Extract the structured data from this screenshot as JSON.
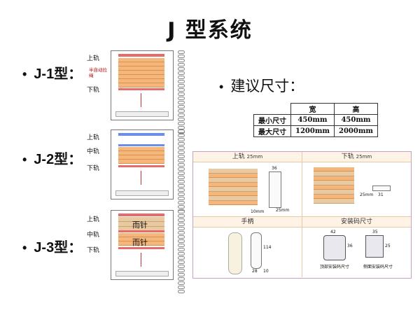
{
  "title": "J 型系统",
  "bullets": {
    "j1": "J-1型：",
    "j2": "J-2型：",
    "j3": "J-3型：",
    "suggest": "建议尺寸："
  },
  "labels": {
    "top_rail": "上轨",
    "mid_rail": "中轨",
    "bottom_rail": "下轨",
    "semi_auto": "半自动拉绳",
    "mid_bar": "而针"
  },
  "size_table": {
    "headers": [
      "",
      "宽",
      "高"
    ],
    "rows": [
      [
        "最小尺寸",
        "450mm",
        "450mm"
      ],
      [
        "最大尺寸",
        "1200mm",
        "2000mm"
      ]
    ]
  },
  "panels": {
    "top_rail": {
      "title": "上轨",
      "sub": "25mm",
      "dim_a": "36",
      "dim_b": "25mm",
      "dim_c": "10mm"
    },
    "bottom_rail": {
      "title": "下轨",
      "sub": "25mm",
      "dim_a": "25mm",
      "dim_b": "31"
    },
    "handle": {
      "title": "手柄",
      "dim_a": "114",
      "dim_b": "28",
      "dim_c": "10"
    },
    "install": {
      "title": "安装码尺寸",
      "dim_a": "42",
      "dim_b": "35",
      "dim_c": "36",
      "dim_d": "25",
      "note1": "顶部安装码尺寸",
      "note2": "侧面安装码尺寸"
    }
  }
}
